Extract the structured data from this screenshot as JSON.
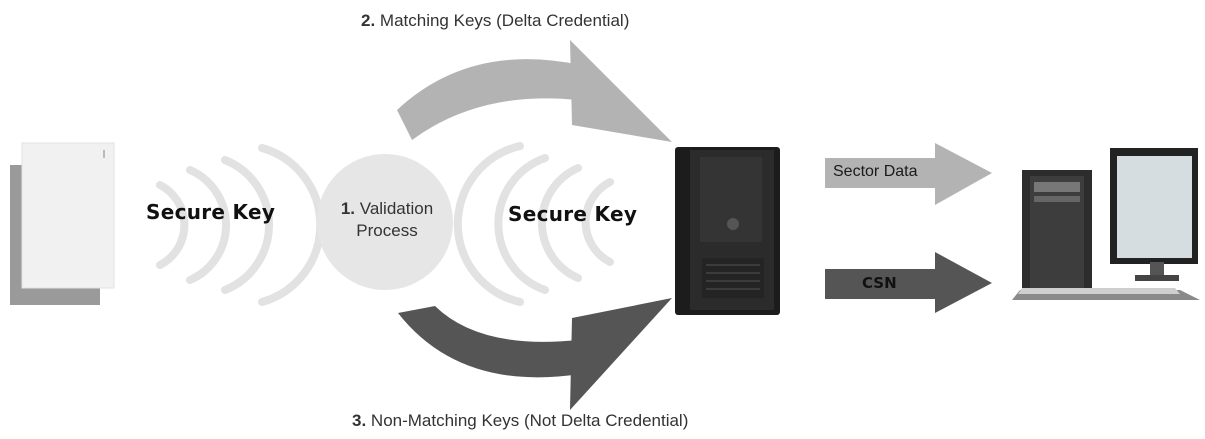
{
  "step2": {
    "number": "2.",
    "text": " Matching Keys (Delta Credential)"
  },
  "step3": {
    "number": "3.",
    "text": " Non-Matching Keys (Not Delta Credential)"
  },
  "left_key_label": "Secure Key",
  "right_key_label": "Secure Key",
  "validation": {
    "number": "1.",
    "line1": " Validation",
    "line2": "Process"
  },
  "sector_data_label": "Sector Data",
  "csn_label": "CSN",
  "colors": {
    "light_arrow": "#b3b3b3",
    "dark_arrow": "#555555",
    "circle": "#e6e6e6",
    "waves": "#e2e2e2"
  },
  "icons": [
    "card-icon",
    "reader-icon",
    "computer-icon"
  ]
}
